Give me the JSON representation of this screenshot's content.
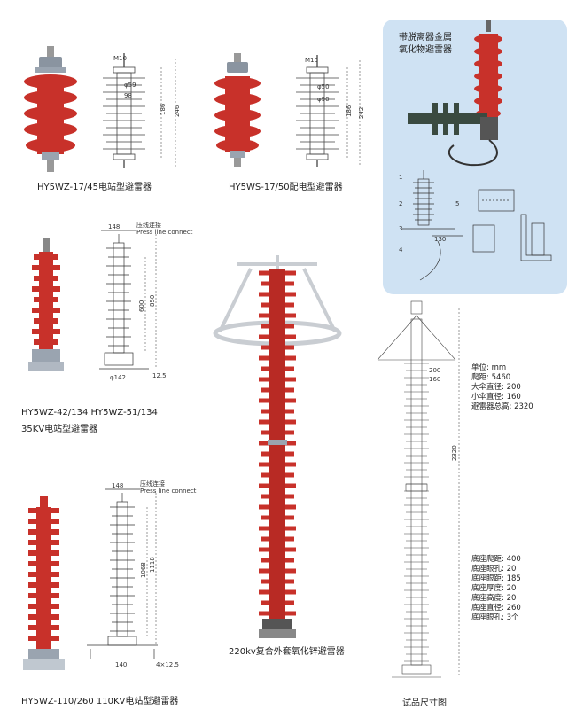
{
  "products": {
    "p1_caption": "HY5WZ-17/45电站型避雷器",
    "p1_dims": {
      "top": "M10",
      "a": "φ59",
      "b": "98",
      "h1": "186",
      "h2": "246"
    },
    "p2_caption": "HY5WS-17/50配电型避雷器",
    "p2_dims": {
      "top": "M10",
      "a": "φ50",
      "b": "φ90",
      "h1": "186",
      "h2": "242"
    },
    "p3_caption_line1": "HY5WZ-42/134   HY5WZ-51/134",
    "p3_caption_line2": "35KV电站型避雷器",
    "p3_dims": {
      "width": "148",
      "conn_cn": "压线连接",
      "conn_en": "Press line connect",
      "h1": "600",
      "h2": "850",
      "base": "φ142",
      "base2": "12.5"
    },
    "p4_caption": "HY5WZ-110/260  110KV电站型避雷器",
    "p4_dims": {
      "width": "148",
      "conn_cn": "压线连接",
      "conn_en": "Press line connect",
      "h1": "1068",
      "h2": "1118",
      "base1": "140",
      "base2": "4×12.5"
    },
    "p5_caption": "220kv复合外套氧化锌避雷器"
  },
  "panel": {
    "title_line1": "带脱离器金属",
    "title_line2": "氧化物避雷器",
    "labels": [
      "1",
      "2",
      "3",
      "4",
      "5",
      "130"
    ]
  },
  "spec": {
    "caption": "试品尺寸图",
    "height": "2320",
    "d1": "200",
    "d2": "160",
    "top_list": [
      "单位: mm",
      "爬距: 5460",
      "大伞直径: 200",
      "小伞直径: 160",
      "避雷器总高: 2320"
    ],
    "bottom_list": [
      "底座爬距: 400",
      "底座眼孔: 20",
      "底座眼距: 185",
      "底座厚度: 20",
      "底座高度: 20",
      "底座直径: 260",
      "底座眼孔: 3个"
    ]
  }
}
